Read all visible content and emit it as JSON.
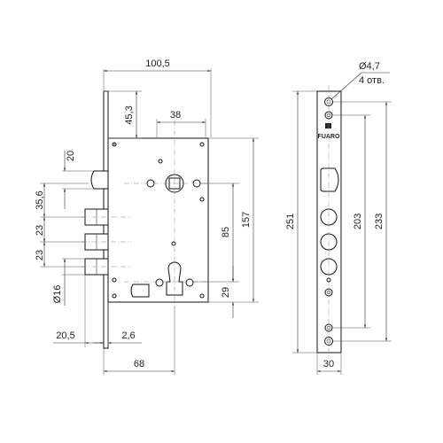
{
  "dimensions": {
    "total_width": "100,5",
    "top_offset": "45,3",
    "spindle_to_top": "38",
    "latch_height": "20",
    "latch_to_spindle": "35,6",
    "bolt_pitch_1": "23",
    "bolt_pitch_2": "23",
    "bolt_diameter": "Ø16",
    "faceplate_to_bolt": "20,5",
    "faceplate_thickness": "2,6",
    "backset": "68",
    "spindle_to_cylinder": "85",
    "case_height": "157",
    "cylinder_to_bottom": "29",
    "faceplate_height": "251",
    "fixing_spacing_inner": "203",
    "fixing_spacing_outer": "233",
    "faceplate_width": "30",
    "hole_diameter": "Ø4,7",
    "hole_count": "4 отв."
  },
  "brand": "FUARO"
}
